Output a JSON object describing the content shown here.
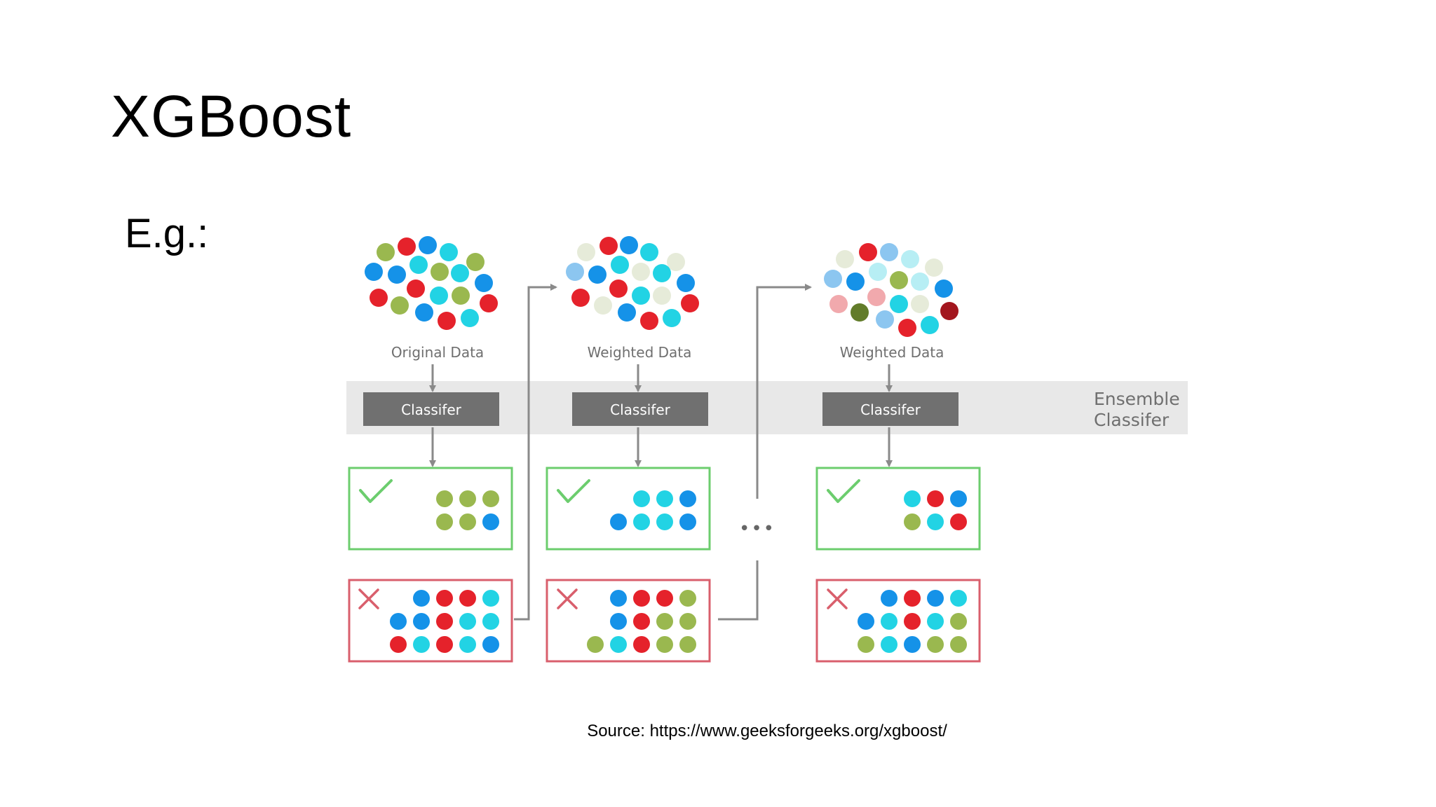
{
  "slide": {
    "title": "XGBoost",
    "example_label": "E.g.:",
    "source": "Source: https://www.geeksforgeeks.org/xgboost/"
  },
  "diagram": {
    "data_labels": [
      "Original Data",
      "Weighted Data",
      "Weighted Data"
    ],
    "classifier_label": "Classifer",
    "ensemble_label_line1": "Ensemble",
    "ensemble_label_line2": "Classifer",
    "ellipsis": "•••",
    "colors": {
      "red": "#e5222b",
      "blue": "#1592e8",
      "cyan": "#22d3e4",
      "green": "#9ab84f",
      "pale": "#e6ebd9",
      "lightblue": "#8cc6f0",
      "lightcyan": "#b7eef4",
      "pink": "#f1a9ad",
      "darkgreen": "#627c2a",
      "darkred": "#a3161e",
      "correct_border": "#6ccd6e",
      "wrong_border": "#d95f6c",
      "classifier_fill": "#707070",
      "band_fill": "#e8e8e8",
      "arrow": "#8a8a8a"
    },
    "correct_dots": [
      [
        [
          "green",
          "green",
          "green"
        ],
        [
          "green",
          "green",
          "blue"
        ]
      ],
      [
        [
          "cyan",
          "cyan",
          "blue"
        ],
        [
          "blue",
          "cyan",
          "cyan",
          "blue"
        ]
      ],
      [
        [
          "cyan",
          "red",
          "blue"
        ],
        [
          "green",
          "cyan",
          "red"
        ]
      ]
    ],
    "wrong_dots": [
      [
        [
          "blue",
          "red",
          "red",
          "cyan"
        ],
        [
          "blue",
          "blue",
          "red",
          "cyan",
          "cyan"
        ],
        [
          "red",
          "cyan",
          "red",
          "cyan",
          "blue"
        ]
      ],
      [
        [
          "blue",
          "red",
          "red",
          "green"
        ],
        [
          "blue",
          "red",
          "green",
          "green"
        ],
        [
          "green",
          "cyan",
          "red",
          "green",
          "green"
        ]
      ],
      [
        [
          "blue",
          "red",
          "blue",
          "cyan"
        ],
        [
          "blue",
          "cyan",
          "red",
          "cyan",
          "green"
        ],
        [
          "green",
          "cyan",
          "blue",
          "green",
          "green"
        ]
      ]
    ]
  }
}
